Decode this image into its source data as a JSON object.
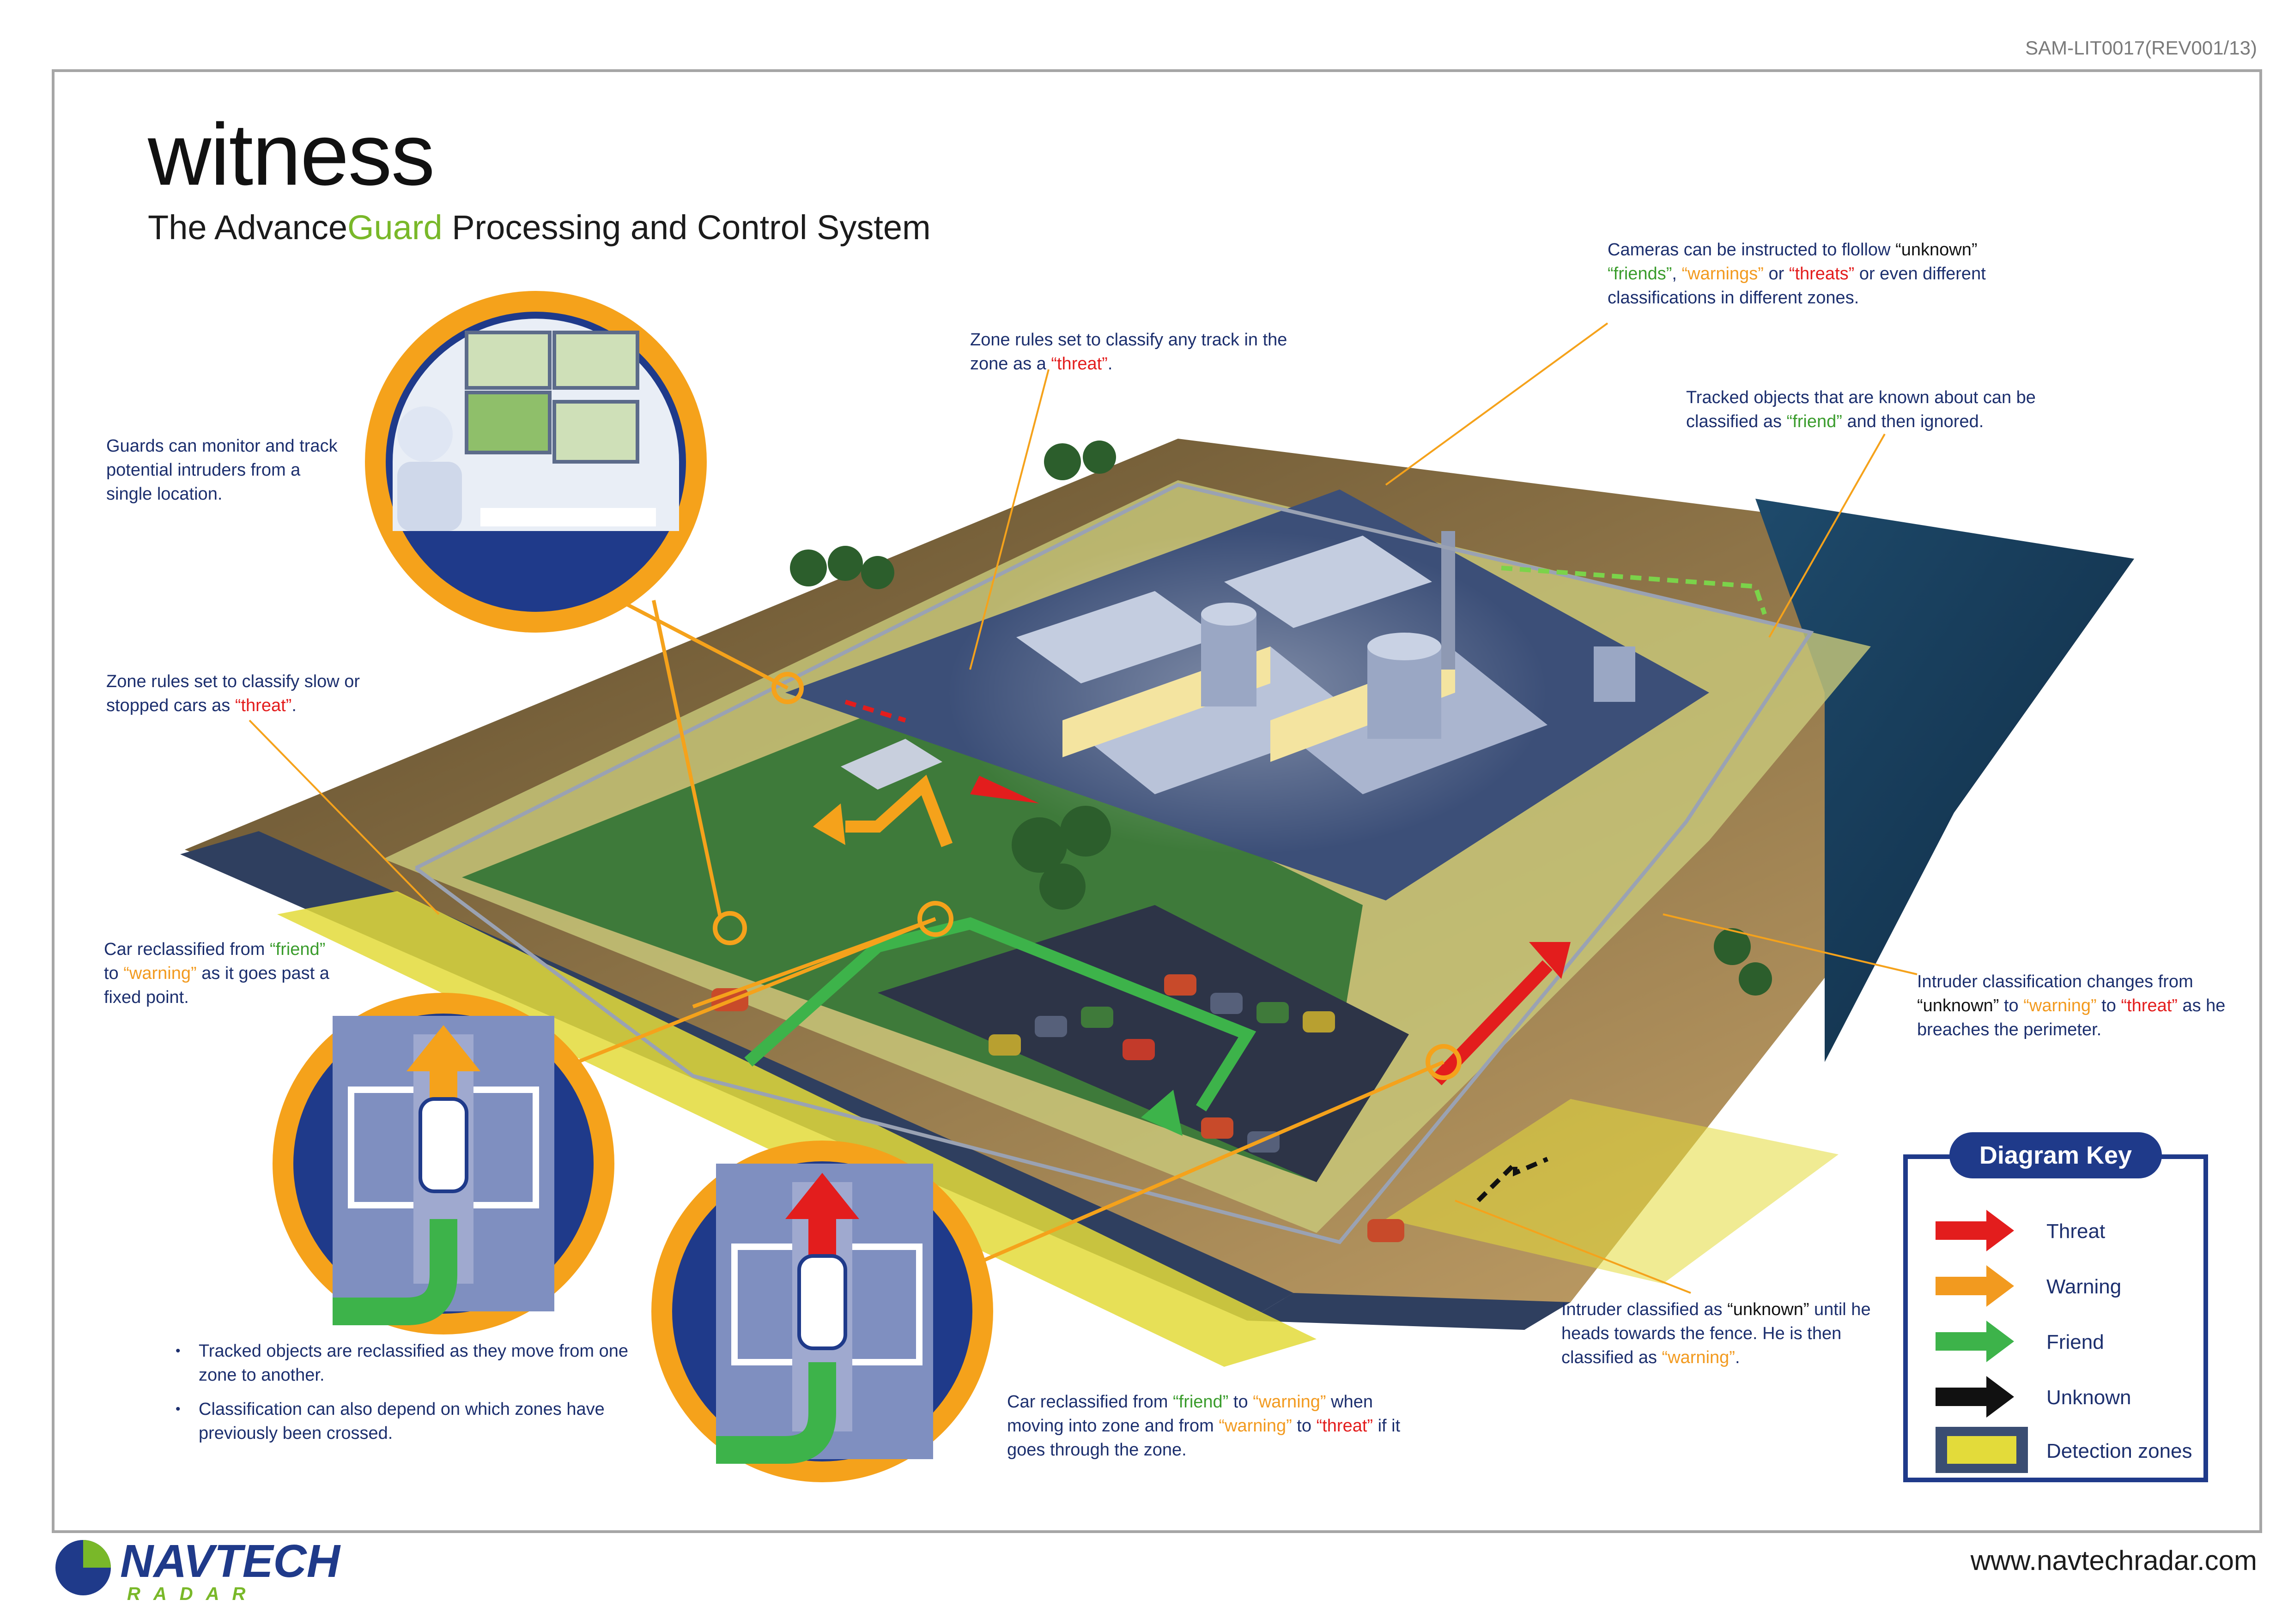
{
  "header": {
    "ref_code": "SAM-LIT0017(REV001/13)",
    "title": "witness",
    "subtitle_pre": "The Advance",
    "subtitle_accent": "Guard",
    "subtitle_post": " Processing and Control System"
  },
  "annotations": {
    "guards": "Guards can monitor and track potential intruders from a single location.",
    "zone_slow_a": "Zone rules set to classify slow or stopped cars as ",
    "zone_slow_threat": "“threat”",
    "zone_slow_b": ".",
    "zone_track_a": "Zone rules set to classify any track in the zone as a ",
    "zone_track_threat": "“threat”",
    "zone_track_b": ".",
    "cameras_a": "Cameras can be instructed to flollow ",
    "cameras_unknown": "“unknown”",
    "cameras_friends": "“friends”",
    "cameras_comma": ", ",
    "cameras_warnings": "“warnings”",
    "cameras_or": " or ",
    "cameras_threats": "“threats”",
    "cameras_b": " or even different classifications in different zones.",
    "tracked_a": "Tracked objects that are known about can be classified as ",
    "tracked_friend": "“friend”",
    "tracked_b": " and then ignored.",
    "car_fixed_a": "Car reclassified from ",
    "car_fixed_friend": "“friend”",
    "car_fixed_to": " to ",
    "car_fixed_warning": "“warning”",
    "car_fixed_b": " as it goes past a fixed point.",
    "intruder_change_a": "Intruder classification changes from ",
    "intruder_change_unknown": "“unknown”",
    "intruder_change_to": " to ",
    "intruder_change_warning": "“warning”",
    "intruder_change_to2": "  to ",
    "intruder_change_threat": "“threat”",
    "intruder_change_b": " as he breaches the perimeter.",
    "intruder_unknown_a": "Intruder classified as ",
    "intruder_unknown_unknown": "“unknown”",
    "intruder_unknown_b": " until he heads towards the fence. He is then classified as ",
    "intruder_unknown_warning": "“warning”",
    "intruder_unknown_c": ".",
    "car_zone_a": "Car reclassified from ",
    "car_zone_friend": "“friend”",
    "car_zone_to": " to ",
    "car_zone_warning": "“warning”",
    "car_zone_b": " when moving into zone and from ",
    "car_zone_warning2": "“warning”",
    "car_zone_to2": " to ",
    "car_zone_threat": "“threat”",
    "car_zone_c": " if it goes through the zone."
  },
  "bullets": [
    "Tracked objects are reclassified as they move from one zone to another.",
    "Classification can also depend on which zones have previously been crossed."
  ],
  "diagram_key": {
    "title": "Diagram Key",
    "items": [
      {
        "label": "Threat",
        "color": "#e31d1d"
      },
      {
        "label": "Warning",
        "color": "#f29a1f"
      },
      {
        "label": "Friend",
        "color": "#3db34a"
      },
      {
        "label": "Unknown",
        "color": "#111111"
      },
      {
        "label": "Detection zones",
        "color": "#e3db3a"
      }
    ]
  },
  "footer": {
    "url": "www.navtechradar.com",
    "logo_main": "NAVTECH",
    "logo_sub": "RADAR"
  },
  "colors": {
    "brand_blue": "#1f3a8a",
    "accent_orange": "#f5a21b",
    "grass": "#3e7a3a",
    "zone_yellow": "#e3db3a"
  }
}
